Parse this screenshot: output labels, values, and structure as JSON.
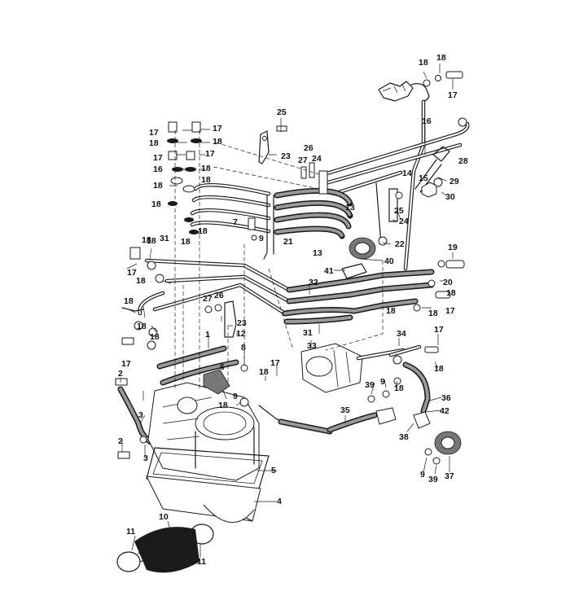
{
  "callouts": [
    {
      "id": "c18a",
      "text": "18"
    },
    {
      "id": "c18b",
      "text": "18"
    },
    {
      "id": "c17a",
      "text": "17"
    },
    {
      "id": "c16a",
      "text": "16"
    },
    {
      "id": "c28",
      "text": "28"
    },
    {
      "id": "c15",
      "text": "15"
    },
    {
      "id": "c29",
      "text": "29"
    },
    {
      "id": "c30",
      "text": "30"
    },
    {
      "id": "c25a",
      "text": "25"
    },
    {
      "id": "c17b",
      "text": "17"
    },
    {
      "id": "c17c",
      "text": "17"
    },
    {
      "id": "c18c",
      "text": "18"
    },
    {
      "id": "c18d",
      "text": "18"
    },
    {
      "id": "c23a",
      "text": "23"
    },
    {
      "id": "c26a",
      "text": "26"
    },
    {
      "id": "c27a",
      "text": "27"
    },
    {
      "id": "c24a",
      "text": "24"
    },
    {
      "id": "c17d",
      "text": "17"
    },
    {
      "id": "c17e",
      "text": "17"
    },
    {
      "id": "c16b",
      "text": "16"
    },
    {
      "id": "c18e",
      "text": "18"
    },
    {
      "id": "c18f",
      "text": "18"
    },
    {
      "id": "c18g",
      "text": "18"
    },
    {
      "id": "c18h",
      "text": "18"
    },
    {
      "id": "c14",
      "text": "14"
    },
    {
      "id": "c13a",
      "text": "13"
    },
    {
      "id": "c25b",
      "text": "25"
    },
    {
      "id": "c24b",
      "text": "24"
    },
    {
      "id": "c7",
      "text": "7"
    },
    {
      "id": "c9a",
      "text": "9"
    },
    {
      "id": "c21",
      "text": "21"
    },
    {
      "id": "c22",
      "text": "22"
    },
    {
      "id": "c18i",
      "text": "18"
    },
    {
      "id": "c18j",
      "text": "18"
    },
    {
      "id": "c13b",
      "text": "13"
    },
    {
      "id": "c31a",
      "text": "31"
    },
    {
      "id": "c18k",
      "text": "18"
    },
    {
      "id": "c17f",
      "text": "17"
    },
    {
      "id": "c40",
      "text": "40"
    },
    {
      "id": "c41",
      "text": "41"
    },
    {
      "id": "c19",
      "text": "19"
    },
    {
      "id": "c18l",
      "text": "18"
    },
    {
      "id": "c20",
      "text": "20"
    },
    {
      "id": "c32",
      "text": "32"
    },
    {
      "id": "c18m",
      "text": "18"
    },
    {
      "id": "c26b",
      "text": "26"
    },
    {
      "id": "c27b",
      "text": "27"
    },
    {
      "id": "c18n",
      "text": "18"
    },
    {
      "id": "c18o",
      "text": "18"
    },
    {
      "id": "c18p",
      "text": "18"
    },
    {
      "id": "c17g",
      "text": "17"
    },
    {
      "id": "c23b",
      "text": "23"
    },
    {
      "id": "c12",
      "text": "12"
    },
    {
      "id": "c31b",
      "text": "31"
    },
    {
      "id": "c18q",
      "text": "18"
    },
    {
      "id": "c18r",
      "text": "18"
    },
    {
      "id": "c1",
      "text": "1"
    },
    {
      "id": "c8",
      "text": "8"
    },
    {
      "id": "c33",
      "text": "33"
    },
    {
      "id": "c34",
      "text": "34"
    },
    {
      "id": "c17h",
      "text": "17"
    },
    {
      "id": "c18s",
      "text": "18"
    },
    {
      "id": "c17i",
      "text": "17"
    },
    {
      "id": "c6",
      "text": "6"
    },
    {
      "id": "c2a",
      "text": "2"
    },
    {
      "id": "c18t",
      "text": "18"
    },
    {
      "id": "c17j",
      "text": "17"
    },
    {
      "id": "c39a",
      "text": "39"
    },
    {
      "id": "c9b",
      "text": "9"
    },
    {
      "id": "c18u",
      "text": "18"
    },
    {
      "id": "c36",
      "text": "36"
    },
    {
      "id": "c3a",
      "text": "3"
    },
    {
      "id": "c18v",
      "text": "18"
    },
    {
      "id": "c9c",
      "text": "9"
    },
    {
      "id": "c42",
      "text": "42"
    },
    {
      "id": "c35",
      "text": "35"
    },
    {
      "id": "c38",
      "text": "38"
    },
    {
      "id": "c2b",
      "text": "2"
    },
    {
      "id": "c3b",
      "text": "3"
    },
    {
      "id": "c5",
      "text": "5"
    },
    {
      "id": "c9d",
      "text": "9"
    },
    {
      "id": "c39b",
      "text": "39"
    },
    {
      "id": "c37",
      "text": "37"
    },
    {
      "id": "c4",
      "text": "4"
    },
    {
      "id": "c10",
      "text": "10"
    },
    {
      "id": "c11a",
      "text": "11"
    },
    {
      "id": "c11b",
      "text": "11"
    },
    {
      "id": "c18w",
      "text": "18"
    }
  ]
}
